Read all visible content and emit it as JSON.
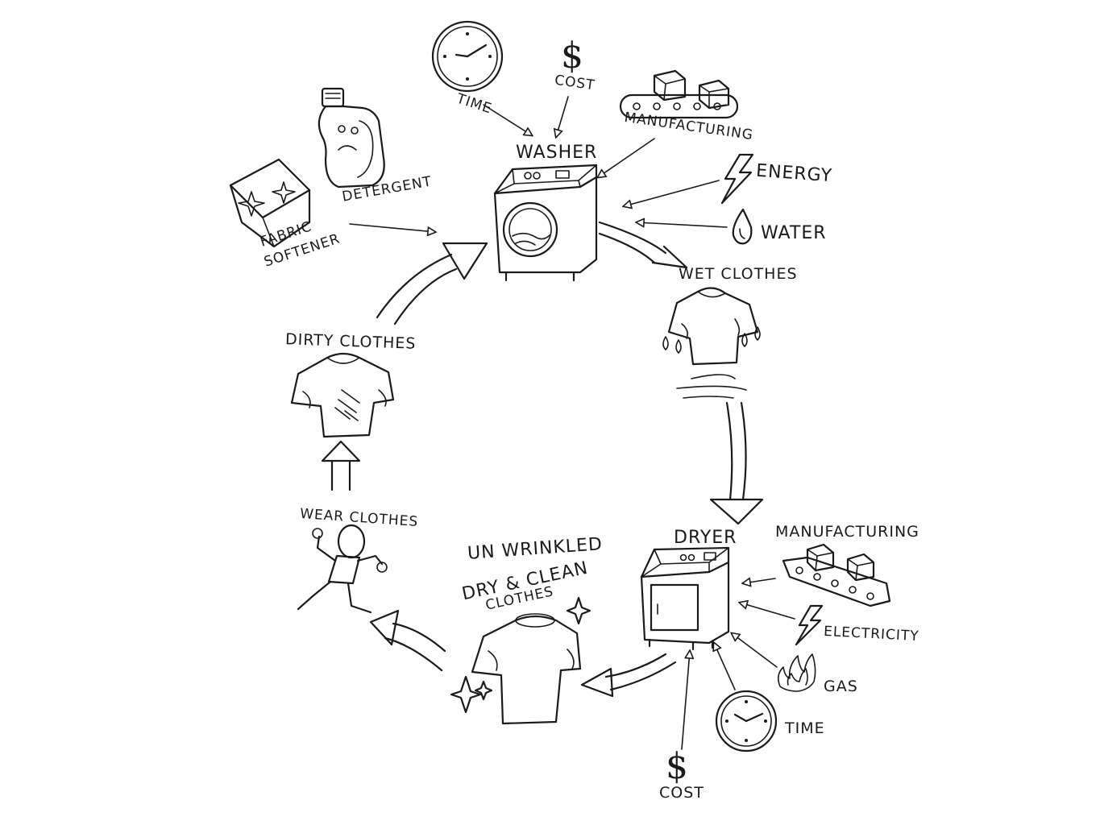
{
  "labels": {
    "time_top": "TIME",
    "cost_top": "COST",
    "manufacturing_top": "MANUFACTURING",
    "washer": "WASHER",
    "energy": "ENERGY",
    "water": "WATER",
    "detergent": "DETERGENT",
    "fabric_softener_1": "FABRIC",
    "fabric_softener_2": "SOFTENER",
    "wet_clothes": "WET CLOTHES",
    "dirty_clothes": "DIRTY CLOTHES",
    "dryer": "DRYER",
    "manufacturing_right": "MANUFACTURING",
    "electricity": "ELECTRICITY",
    "gas": "GAS",
    "time_bottom": "TIME",
    "cost_bottom": "COST",
    "wear_clothes": "WEAR CLOTHES",
    "unwrinkled": "UN WRINKLED",
    "dry_clean_1": "DRY & CLEAN",
    "dry_clean_2": "CLOTHES"
  },
  "symbols": {
    "dollar_top": "$",
    "dollar_bottom": "$"
  },
  "icons": [
    "clock-icon",
    "dollar-icon",
    "conveyor-belt-icon",
    "washer-icon",
    "lightning-icon",
    "water-drop-icon",
    "detergent-bottle-icon",
    "fabric-softener-box-icon",
    "wet-shirt-icon",
    "dirty-shirt-icon",
    "dryer-icon",
    "flame-icon",
    "running-person-icon",
    "clean-shirt-icon",
    "sparkle-icon"
  ]
}
